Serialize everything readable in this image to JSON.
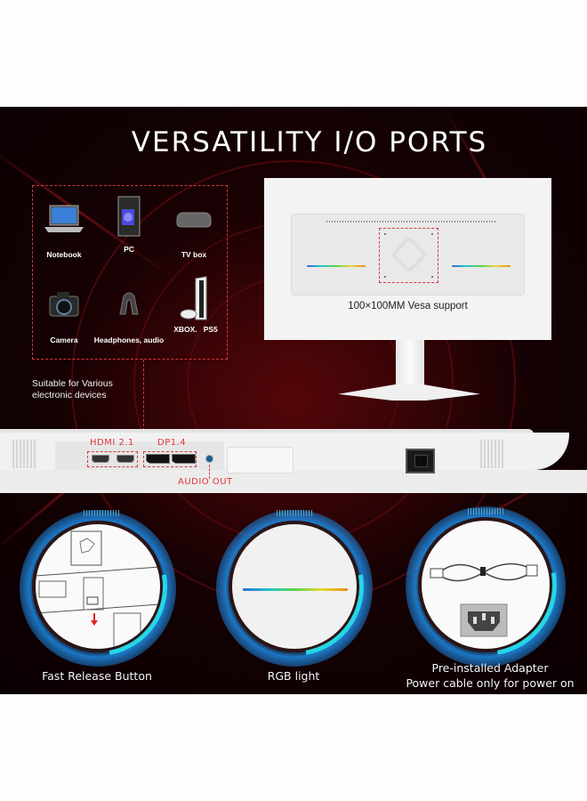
{
  "title": "VERSATILITY I/O PORTS",
  "devices_panel": {
    "items": [
      {
        "label": "Notebook",
        "icon": "laptop-icon"
      },
      {
        "label": "PC",
        "icon": "desktop-tower-icon"
      },
      {
        "label": "TV box",
        "icon": "tv-box-icon"
      },
      {
        "label": "Camera",
        "icon": "camera-icon"
      },
      {
        "label": "Headphones, audio",
        "icon": "headphones-icon"
      },
      {
        "label": "XBOX.   PS5",
        "icon": "game-console-icon"
      }
    ],
    "note_line1": "Suitable for Various",
    "note_line2": "electronic devices"
  },
  "monitor_back": {
    "vesa_label": "100×100MM Vesa support"
  },
  "ports": {
    "hdmi_label": "HDMI 2.1",
    "dp_label": "DP1.4",
    "audio_label": "AUDIO OUT",
    "hdmi_count": 2,
    "dp_count": 2
  },
  "features": [
    {
      "label_line1": "Fast Release Button",
      "label_line2": "",
      "icon": "fast-release-diagram-icon"
    },
    {
      "label_line1": "RGB light",
      "label_line2": "",
      "icon": "rgb-strip-icon"
    },
    {
      "label_line1": "Pre-installed Adapter",
      "label_line2": "Power cable only for power on",
      "icon": "power-cable-icon"
    }
  ],
  "colors": {
    "accent_red": "#d8373d",
    "background_dark": "#140103",
    "halo_blue": "#1f7fd6",
    "halo_cyan": "#26d6e6"
  }
}
